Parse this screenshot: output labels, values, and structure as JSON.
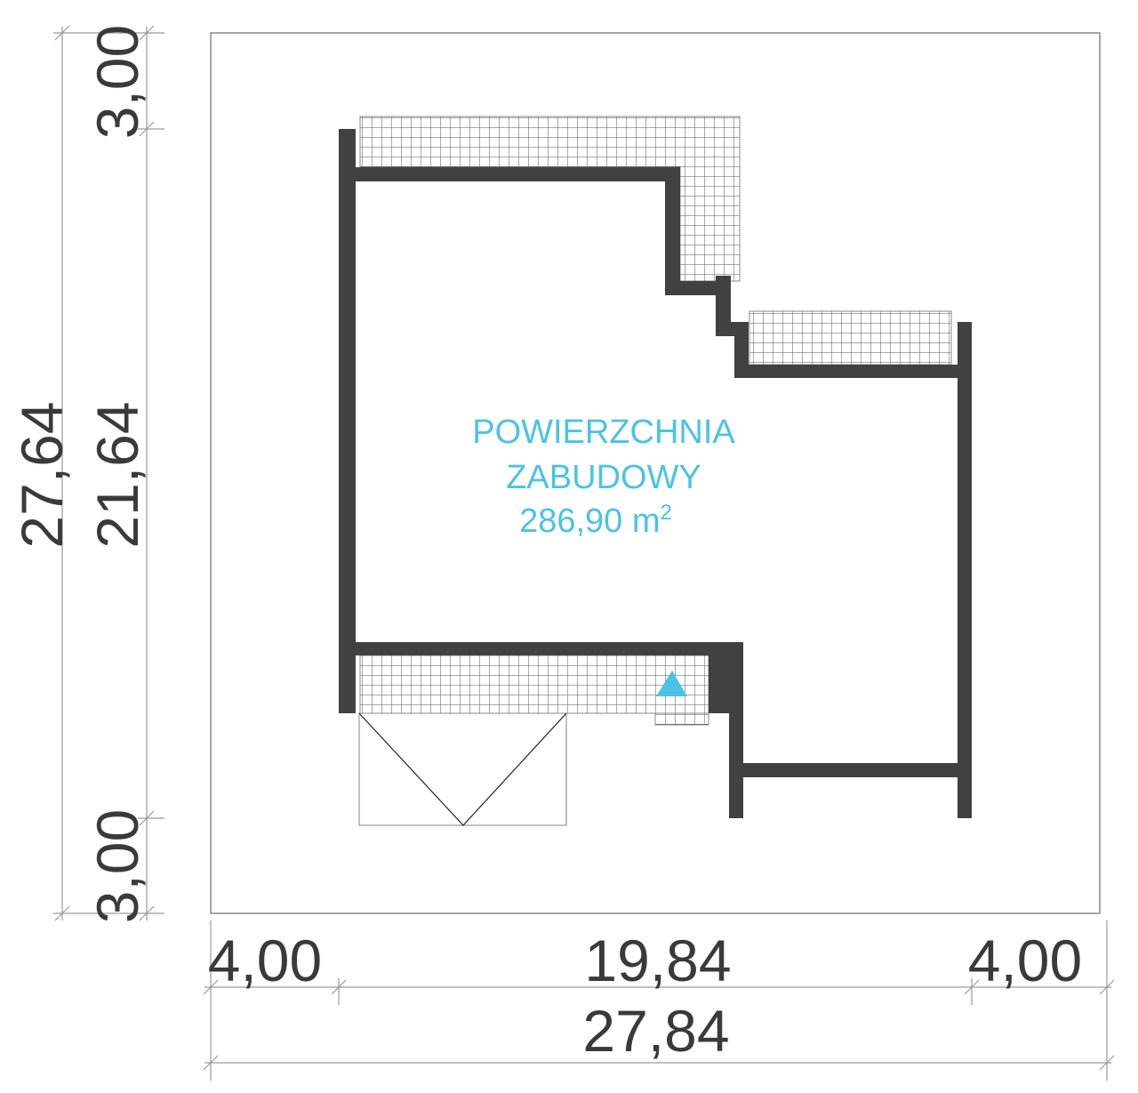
{
  "plot": {
    "area_label_line1": "POWIERZCHNIA",
    "area_label_line2": "ZABUDOWY",
    "area_value": "286,90 m",
    "area_unit_sup": "2"
  },
  "dimensions": {
    "vertical_total": "27,64",
    "vertical_top": "3,00",
    "vertical_middle": "21,64",
    "vertical_bottom": "3,00",
    "horizontal_left": "4,00",
    "horizontal_middle": "19,84",
    "horizontal_right": "4,00",
    "horizontal_total": "27,84"
  },
  "colors": {
    "wall": "#414141",
    "label": "#4cc3e2",
    "entrance_marker": "#4cc3e2"
  }
}
